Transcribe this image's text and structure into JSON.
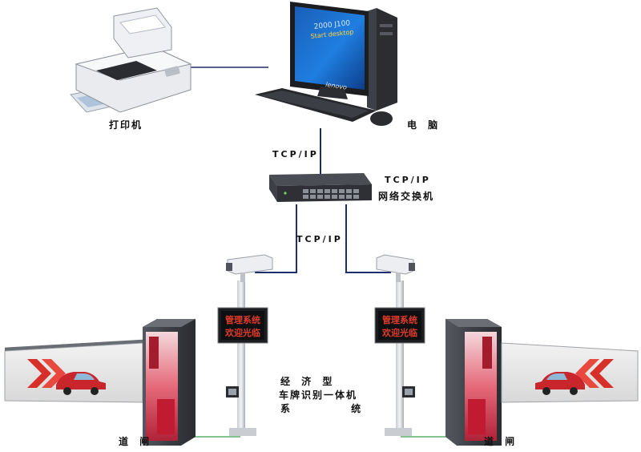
{
  "nodes": {
    "printer": {
      "label": "打印机"
    },
    "computer": {
      "label": "电 脑",
      "brand": "lenovo",
      "screen_line1": "2000 J100",
      "screen_line2": "Start desktop"
    },
    "switch": {
      "label_line1": "TCP/IP",
      "label_line2": "网络交换机"
    },
    "system": {
      "label_line1": "经 济 型",
      "label_line2": "车牌识别一体机",
      "label_line3": "系 统"
    },
    "gate_left": {
      "label": "道 闸"
    },
    "gate_right": {
      "label": "道 闸"
    },
    "display_left": {
      "line1": "管理系统",
      "line2": "欢迎光临"
    },
    "display_right": {
      "line1": "管理系统",
      "line2": "欢迎光临"
    }
  },
  "links": {
    "computer_to_switch": "TCP/IP",
    "switch_to_cameras": "TCP/IP"
  },
  "colors": {
    "link_line": "#1f2f6e",
    "barrier_chevron": "#d7302a",
    "led_text": "#e23b2a",
    "gate_body": "#3b3e44"
  }
}
